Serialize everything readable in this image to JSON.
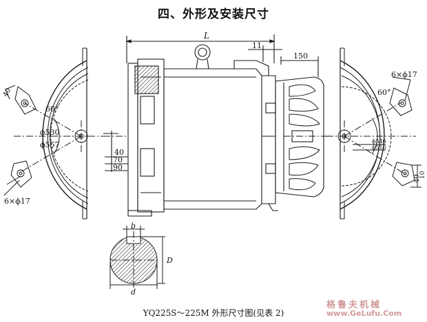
{
  "heading": "四、外形及安装尺寸",
  "caption": "YQ225S～225M 外形尺寸图(见表 2)",
  "dims": {
    "L": "L",
    "d11": "11",
    "d150": "150",
    "d40_mid": "40",
    "d70": "70",
    "d90": "90",
    "left_angle": "60°",
    "left_d530": "ϕ530",
    "left_d557": "ϕ557",
    "left_40": "40",
    "left_holes": "6×ϕ17",
    "right_angle": "60°",
    "right_holes": "6×ϕ17",
    "right_d546": "ϕ546",
    "right_d516": "ϕ516",
    "right_40": "40",
    "right_10": "10",
    "shaft_b": "b",
    "shaft_d": "d",
    "shaft_D": "D"
  },
  "watermark": {
    "cn": "格鲁夫机械",
    "url": "www.GeLufu.Com"
  },
  "colors": {
    "line": "#1a1a1a",
    "hatch": "#333333",
    "watermark": "#d39a9a"
  }
}
